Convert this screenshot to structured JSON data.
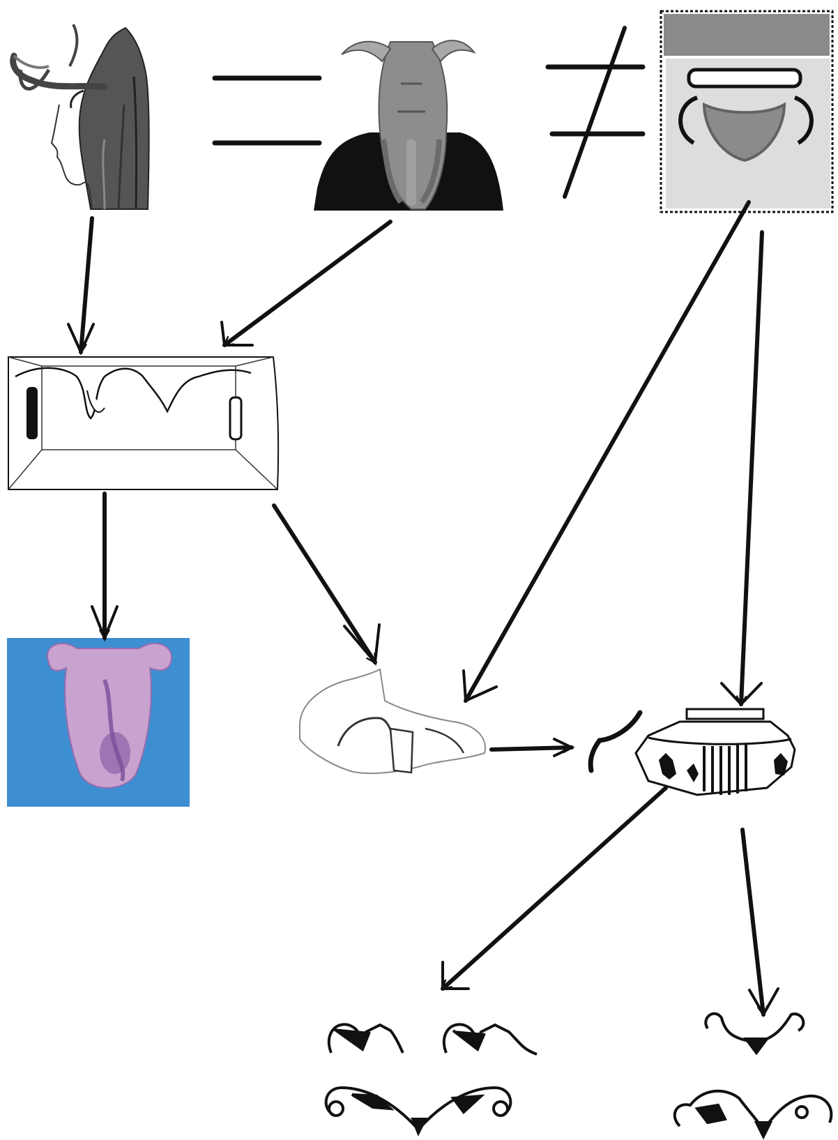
{
  "diagram": {
    "relations": {
      "equal": {
        "symbol": "="
      },
      "not_equal": {
        "symbol": "≠"
      }
    },
    "nodes": [
      {
        "id": "drawing-horned-headdress",
        "icon": "horned-headdress-drawing-icon"
      },
      {
        "id": "photo-bucranium-mask",
        "icon": "bucranium-mask-photo-icon"
      },
      {
        "id": "engraving-bull-head",
        "icon": "bull-head-engraving-icon"
      },
      {
        "id": "drawing-altar-box",
        "icon": "altar-box-drawing-icon"
      },
      {
        "id": "photo-clay-bucranium",
        "icon": "clay-bucranium-photo-icon",
        "background": "#3d8fd1",
        "figure": "#c9a3cf"
      },
      {
        "id": "sketch-vessel-fragment",
        "icon": "vessel-fragment-sketch-icon"
      },
      {
        "id": "painted-vessel",
        "icon": "painted-vessel-icon"
      },
      {
        "id": "motif-group-left",
        "icon": "spiral-horn-motifs-icon"
      },
      {
        "id": "motif-group-right",
        "icon": "spiral-horn-motifs-icon"
      }
    ],
    "edges": [
      {
        "from": "drawing-horned-headdress",
        "to": "drawing-altar-box"
      },
      {
        "from": "photo-bucranium-mask",
        "to": "drawing-altar-box"
      },
      {
        "from": "engraving-bull-head",
        "to": "sketch-vessel-fragment"
      },
      {
        "from": "engraving-bull-head",
        "to": "painted-vessel"
      },
      {
        "from": "drawing-altar-box",
        "to": "photo-clay-bucranium"
      },
      {
        "from": "drawing-altar-box",
        "to": "sketch-vessel-fragment"
      },
      {
        "from": "sketch-vessel-fragment",
        "to": "painted-vessel"
      },
      {
        "from": "painted-vessel",
        "to": "motif-group-left"
      },
      {
        "from": "painted-vessel",
        "to": "motif-group-right"
      }
    ],
    "colors": {
      "ink": "#111111",
      "mask_bg": "#111111",
      "photo_bg": "#3d8fd1",
      "clay": "#c9a3cf",
      "clay_dark": "#7a4f9a"
    }
  }
}
